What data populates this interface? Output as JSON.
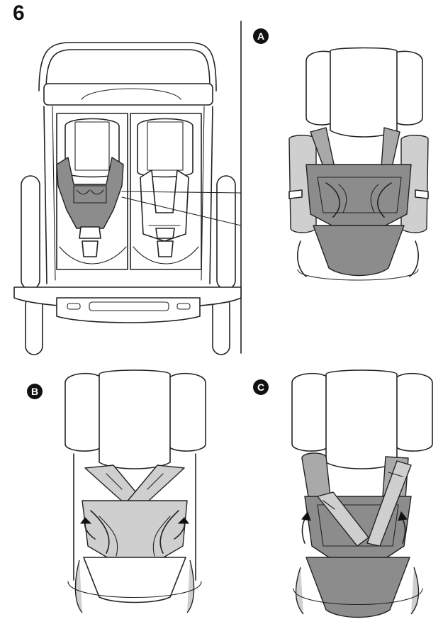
{
  "step": {
    "number": "6"
  },
  "panels": [
    {
      "label": "A"
    },
    {
      "label": "B"
    },
    {
      "label": "C"
    }
  ],
  "colors": {
    "line": "#222222",
    "padding_dark": "#8c8c8c",
    "padding_light": "#cfcfcf",
    "badge": "#111111"
  }
}
